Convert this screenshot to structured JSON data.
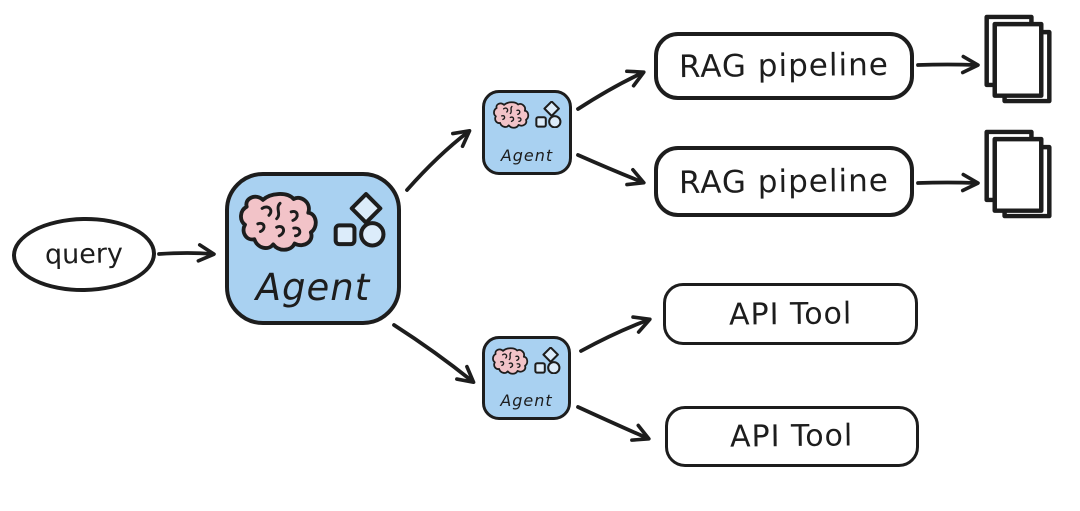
{
  "colors": {
    "background": "#ffffff",
    "stroke": "#1d1d1d",
    "agent_fill": "#a9d1f1",
    "icon_shape_fill": "#dcecfa",
    "brain_fill": "#f2c3c8",
    "box_fill": "#ffffff"
  },
  "nodes": {
    "query": {
      "label": "query"
    },
    "main_agent": {
      "label": "Agent"
    },
    "sub_agent_top": {
      "label": "Agent"
    },
    "sub_agent_bottom": {
      "label": "Agent"
    },
    "rag_pipeline_top": {
      "label": "RAG pipeline"
    },
    "rag_pipeline_bottom": {
      "label": "RAG pipeline"
    },
    "api_tool_top": {
      "label": "API Tool"
    },
    "api_tool_bottom": {
      "label": "API Tool"
    }
  },
  "icons": {
    "brain": "brain-icon",
    "shapes_cluster": "shapes-cluster-icon",
    "documents": "documents-icon"
  },
  "edges": [
    {
      "from": "query",
      "to": "main_agent"
    },
    {
      "from": "main_agent",
      "to": "sub_agent_top"
    },
    {
      "from": "main_agent",
      "to": "sub_agent_bottom"
    },
    {
      "from": "sub_agent_top",
      "to": "rag_pipeline_top"
    },
    {
      "from": "sub_agent_top",
      "to": "rag_pipeline_bottom"
    },
    {
      "from": "rag_pipeline_top",
      "to": "documents_top"
    },
    {
      "from": "rag_pipeline_bottom",
      "to": "documents_bottom"
    },
    {
      "from": "sub_agent_bottom",
      "to": "api_tool_top"
    },
    {
      "from": "sub_agent_bottom",
      "to": "api_tool_bottom"
    }
  ]
}
